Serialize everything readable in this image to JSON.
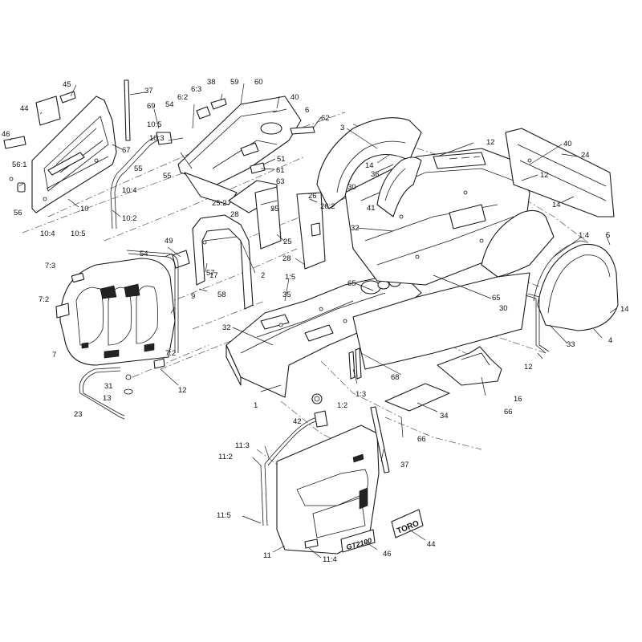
{
  "callouts": [
    {
      "id": "c45",
      "text": "45"
    },
    {
      "id": "c37a",
      "text": "37"
    },
    {
      "id": "c44a",
      "text": "44"
    },
    {
      "id": "c46a",
      "text": "46"
    },
    {
      "id": "c67",
      "text": "67"
    },
    {
      "id": "c56_1",
      "text": "56:1"
    },
    {
      "id": "c56",
      "text": "56"
    },
    {
      "id": "c10",
      "text": "10"
    },
    {
      "id": "c10_4a",
      "text": "10:4"
    },
    {
      "id": "c10_5a",
      "text": "10:5"
    },
    {
      "id": "c10_2",
      "text": "10:2"
    },
    {
      "id": "c10_4b",
      "text": "10:4"
    },
    {
      "id": "c69",
      "text": "69"
    },
    {
      "id": "c10_5b",
      "text": "10:5"
    },
    {
      "id": "c55a",
      "text": "55"
    },
    {
      "id": "c10_3",
      "text": "10:3"
    },
    {
      "id": "c55b",
      "text": "55"
    },
    {
      "id": "c54a",
      "text": "54"
    },
    {
      "id": "c6_2",
      "text": "6:2"
    },
    {
      "id": "c6_3",
      "text": "6:3"
    },
    {
      "id": "c38",
      "text": "38"
    },
    {
      "id": "c59",
      "text": "59"
    },
    {
      "id": "c60",
      "text": "60"
    },
    {
      "id": "c40a",
      "text": "40"
    },
    {
      "id": "c6",
      "text": "6"
    },
    {
      "id": "c62",
      "text": "62"
    },
    {
      "id": "c51",
      "text": "51"
    },
    {
      "id": "c61",
      "text": "61"
    },
    {
      "id": "c63",
      "text": "63"
    },
    {
      "id": "c25_2",
      "text": "25:2"
    },
    {
      "id": "c26",
      "text": "26"
    },
    {
      "id": "c26_2",
      "text": "26:2"
    },
    {
      "id": "c28a",
      "text": "28"
    },
    {
      "id": "c35a",
      "text": "35"
    },
    {
      "id": "c25",
      "text": "25"
    },
    {
      "id": "c28b",
      "text": "28"
    },
    {
      "id": "c49",
      "text": "49"
    },
    {
      "id": "c54b",
      "text": "54"
    },
    {
      "id": "c57",
      "text": "57"
    },
    {
      "id": "c17",
      "text": "17"
    },
    {
      "id": "c2",
      "text": "2"
    },
    {
      "id": "c58",
      "text": "58"
    },
    {
      "id": "c7_3",
      "text": "7:3"
    },
    {
      "id": "c7_2a",
      "text": "7:2"
    },
    {
      "id": "c9",
      "text": "9"
    },
    {
      "id": "c7",
      "text": "7"
    },
    {
      "id": "c7_2b",
      "text": "7:2"
    },
    {
      "id": "c31",
      "text": "31"
    },
    {
      "id": "c13",
      "text": "13"
    },
    {
      "id": "c12a",
      "text": "12"
    },
    {
      "id": "c23",
      "text": "23"
    },
    {
      "id": "c1_5",
      "text": "1:5"
    },
    {
      "id": "c35b",
      "text": "35"
    },
    {
      "id": "c65a",
      "text": "65"
    },
    {
      "id": "c32a",
      "text": "32"
    },
    {
      "id": "c1",
      "text": "1"
    },
    {
      "id": "c42",
      "text": "42"
    },
    {
      "id": "c1_2",
      "text": "1:2"
    },
    {
      "id": "c1_3",
      "text": "1:3"
    },
    {
      "id": "c3",
      "text": "3"
    },
    {
      "id": "c12b",
      "text": "12"
    },
    {
      "id": "c14a",
      "text": "14"
    },
    {
      "id": "c36",
      "text": "36"
    },
    {
      "id": "c30a",
      "text": "30"
    },
    {
      "id": "c41",
      "text": "41"
    },
    {
      "id": "c32b",
      "text": "32"
    },
    {
      "id": "c40b",
      "text": "40"
    },
    {
      "id": "c24",
      "text": "24"
    },
    {
      "id": "c12c",
      "text": "12"
    },
    {
      "id": "c14b",
      "text": "14"
    },
    {
      "id": "c1_4",
      "text": "1:4"
    },
    {
      "id": "c5",
      "text": "5"
    },
    {
      "id": "c65b",
      "text": "65"
    },
    {
      "id": "c30b",
      "text": "30"
    },
    {
      "id": "c14c",
      "text": "14"
    },
    {
      "id": "c4",
      "text": "4"
    },
    {
      "id": "c33",
      "text": "33"
    },
    {
      "id": "c12d",
      "text": "12"
    },
    {
      "id": "c68",
      "text": "68"
    },
    {
      "id": "c16",
      "text": "16"
    },
    {
      "id": "c66a",
      "text": "66"
    },
    {
      "id": "c34",
      "text": "34"
    },
    {
      "id": "c66b",
      "text": "66"
    },
    {
      "id": "c37b",
      "text": "37"
    },
    {
      "id": "c11_3",
      "text": "11:3"
    },
    {
      "id": "c11_2",
      "text": "11:2"
    },
    {
      "id": "c11_5",
      "text": "11:5"
    },
    {
      "id": "c11",
      "text": "11"
    },
    {
      "id": "c11_4",
      "text": "11:4"
    },
    {
      "id": "c46b",
      "text": "46"
    },
    {
      "id": "c44b",
      "text": "44"
    }
  ],
  "decals": {
    "brand_badge": "TORO",
    "model_decal": "GT2100"
  }
}
